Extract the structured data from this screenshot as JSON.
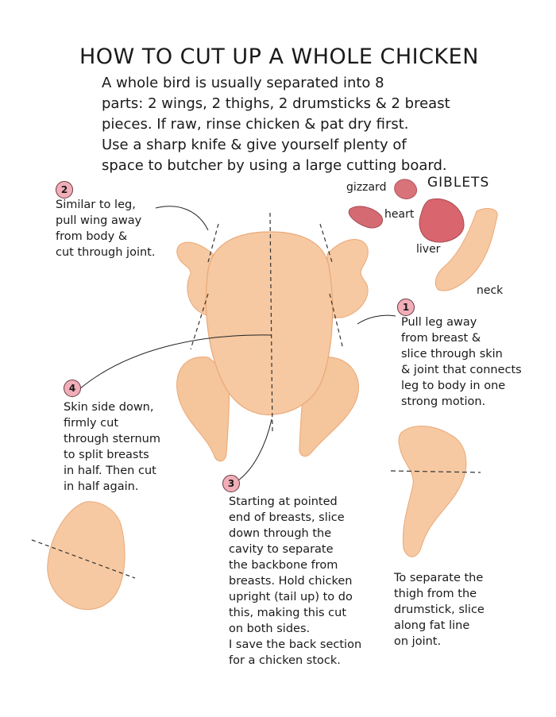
{
  "title": "HOW TO CUT UP A WHOLE CHICKEN",
  "intro_lines": [
    "A whole bird is usually separated into 8",
    "parts: 2 wings, 2 thighs, 2 drumsticks & 2 breast",
    "pieces. If raw, rinse chicken & pat dry first.",
    "Use a sharp knife & give yourself plenty of",
    "space to butcher by using a large cutting board."
  ],
  "giblets": {
    "title": "GIBLETS",
    "gizzard": "gizzard",
    "heart": "heart",
    "liver": "liver",
    "neck": "neck"
  },
  "steps": [
    {
      "number": "1",
      "lines": [
        "Pull leg away",
        "from breast &",
        "slice through skin",
        "& joint that connects",
        "leg to body in one",
        "strong motion."
      ]
    },
    {
      "number": "2",
      "lines": [
        "Similar to leg,",
        "pull wing away",
        "from body &",
        "cut through joint."
      ]
    },
    {
      "number": "3",
      "lines": [
        "Starting at pointed",
        "end of breasts, slice",
        "down through the",
        "cavity to separate",
        "the backbone from",
        "breasts. Hold chicken",
        "upright (tail up) to do",
        "this, making this cut",
        "on both sides.",
        "I save the back section",
        "for a chicken stock."
      ]
    },
    {
      "number": "4",
      "lines": [
        "Skin side down,",
        "firmly cut",
        "through sternum",
        "to split breasts",
        "in half. Then cut",
        "in half again."
      ]
    }
  ],
  "thigh_note": [
    "To separate the",
    "thigh from the",
    "drumstick, slice",
    "along fat line",
    "on joint."
  ],
  "colors": {
    "chicken_skin": "#f6c9a2",
    "chicken_shadow": "#eaa878",
    "giblet_red": "#d9737a",
    "step_badge": "#f1aeb8",
    "ink": "#1a1a1a"
  }
}
